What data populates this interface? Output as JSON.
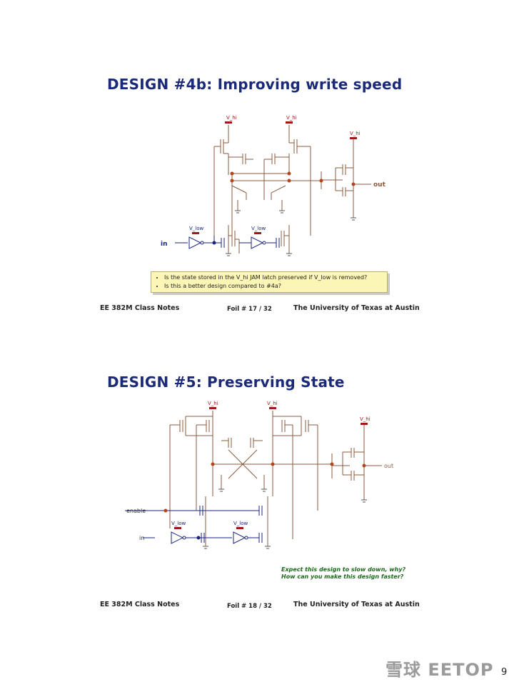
{
  "slide1": {
    "title": "DESIGN #4b: Improving write speed",
    "labels": {
      "vhi_a": "V_hi",
      "vhi_b": "V_hi",
      "vhi_c": "V_hi",
      "vlow_a": "V_low",
      "vlow_b": "V_low",
      "in": "in",
      "out": "out"
    },
    "bullets": [
      "Is the state stored in the V_hi JAM latch preserved if V_low is removed?",
      "Is this a better design compared to #4a?"
    ],
    "footer_left": "EE 382M Class Notes",
    "footer_center": "Foil # 17 / 32",
    "footer_right": "The University of Texas at Austin"
  },
  "slide2": {
    "title": "DESIGN #5: Preserving State",
    "labels": {
      "vhi_a": "V_hi",
      "vhi_b": "V_hi",
      "vhi_c": "V_hi",
      "vlow_a": "V_low",
      "vlow_b": "V_low",
      "enable": "enable",
      "in": "in",
      "out": "out"
    },
    "question_1": "Expect this design to slow down, why?",
    "question_2": "How can you make this design faster?",
    "footer_left": "EE 382M Class Notes",
    "footer_center": "Foil # 18 / 32",
    "footer_right": "The University of Texas at Austin"
  },
  "watermark": "雪球 EETOP",
  "page_number": "9",
  "colors": {
    "title": "#1b2a78",
    "wire": "#8a5a3c",
    "node": "#b3451d",
    "gate": "#1a237e",
    "supply": "#a01818"
  }
}
